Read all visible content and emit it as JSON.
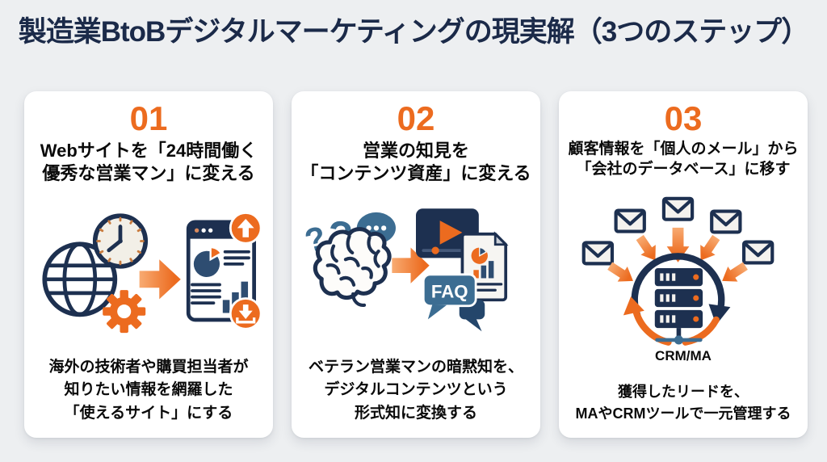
{
  "title": "製造業BtoBデジタルマーケティングの現実解（3つのステップ）",
  "colors": {
    "background": "#edeff1",
    "card": "#ffffff",
    "title_navy": "#1b2a49",
    "accent_orange": "#ec6b1f",
    "icon_navy": "#1d3050",
    "icon_steel_blue": "#3c6d92",
    "body_text": "#0a0a0a"
  },
  "cards": [
    {
      "number": "01",
      "heading": [
        "Webサイトを「24時間働く",
        "優秀な営業マン」に変える"
      ],
      "icons": [
        "globe-icon",
        "clock-icon",
        "gear-icon",
        "arrow-right-icon",
        "browser-analytics-icon",
        "upload-icon",
        "download-icon"
      ],
      "desc": [
        "海外の技術者や購買担当者が",
        "知りたい情報を網羅した",
        "「使えるサイト」にする"
      ]
    },
    {
      "number": "02",
      "heading": [
        "営業の知見を",
        "「コンテンツ資産」に変える"
      ],
      "icons": [
        "question-marks-icon",
        "speech-bubble-icon",
        "brain-icon",
        "arrow-right-icon",
        "video-player-icon",
        "report-document-icon",
        "faq-bubbles-icon"
      ],
      "question_marks": [
        "?",
        "?"
      ],
      "faq_label": "FAQ",
      "desc": [
        "ベテラン営業マンの暗黙知を、",
        "デジタルコンテンツという",
        "形式知に変換する"
      ]
    },
    {
      "number": "03",
      "heading": [
        "顧客情報を「個人のメール」から",
        "「会社のデータベース」に移す"
      ],
      "icons": [
        "mail-envelope-icon",
        "mail-arrow-icon",
        "sync-cycle-icon",
        "server-icon"
      ],
      "caption": "CRM/MA",
      "desc": [
        "獲得したリードを、",
        "MAやCRMツールで一元管理する"
      ]
    }
  ]
}
